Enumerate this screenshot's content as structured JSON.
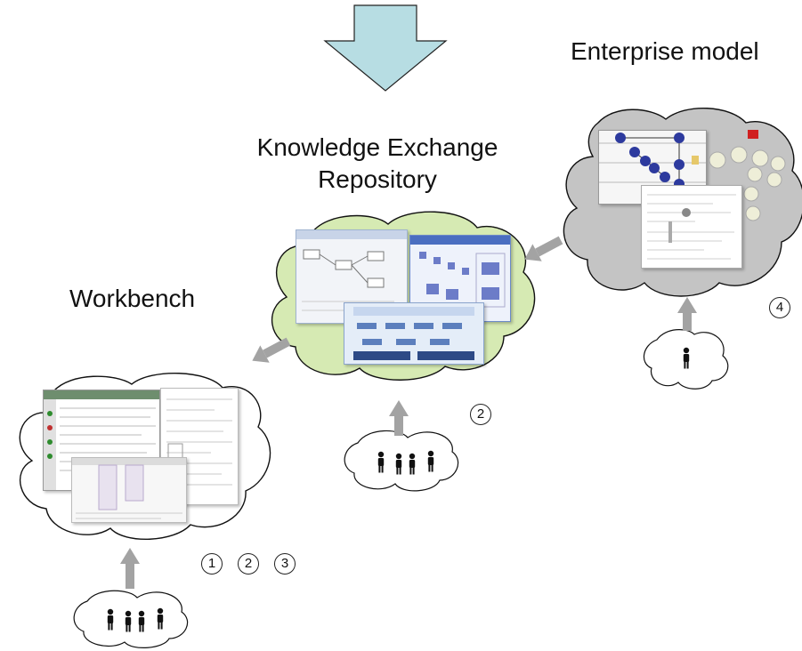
{
  "labels": {
    "enterprise_model": "Enterprise model",
    "knowledge_exchange_line1": "Knowledge Exchange",
    "knowledge_exchange_line2": "Repository",
    "workbench": "Workbench"
  },
  "markers": {
    "workbench": [
      "1",
      "2",
      "3"
    ],
    "repository": "2",
    "enterprise": "4"
  },
  "colors": {
    "top_arrow_fill": "#b7dde3",
    "repository_cloud": "#d6eab3",
    "enterprise_cloud": "#c4c4c4",
    "workbench_cloud": "#ffffff",
    "connector_arrow": "#a3a3a3",
    "node_blue": "#2d3a9e"
  }
}
